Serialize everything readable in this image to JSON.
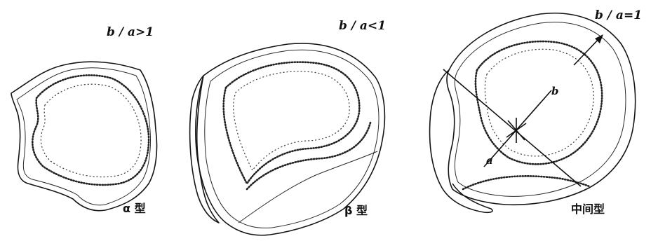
{
  "figures": [
    {
      "ratio": "b / a>1",
      "caption": "α 型"
    },
    {
      "ratio": "b / a<1",
      "caption": "β 型"
    },
    {
      "ratio": "b / a=1",
      "caption": "中间型",
      "axis_a": "a",
      "axis_b": "b"
    }
  ]
}
